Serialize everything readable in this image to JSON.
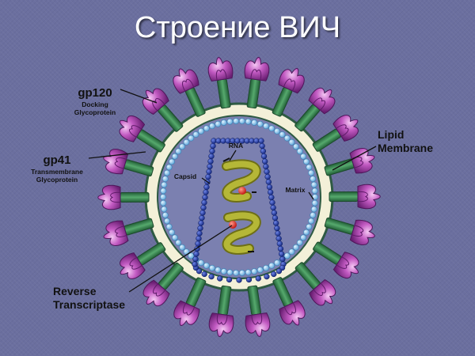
{
  "title": "Строение ВИЧ",
  "labels": {
    "gp120": "gp120",
    "gp120_desc": [
      "Docking",
      "Glycoprotein"
    ],
    "gp41": "gp41",
    "gp41_desc": [
      "Transmembrane",
      "Glycoprotein"
    ],
    "lipid": [
      "Lipid",
      "Membrane"
    ],
    "rna": "RNA",
    "capsid": "Capsid",
    "matrix": "Matrix",
    "reverse": [
      "Reverse",
      "Transcriptase"
    ]
  },
  "colors": {
    "background": "#6b6f9f",
    "membrane": "#f3f0d8",
    "membrane_outline": "#2e5a43",
    "glycoprotein_stem": "#3e8a55",
    "glycoprotein_head": "#b447b4",
    "matrix_beads": "#8ec8ee",
    "capsid_beads": "#1c3aa6",
    "rna": "#a6a828",
    "reverse_transcriptase": "#e0231f"
  },
  "glycoprotein_count": 22
}
